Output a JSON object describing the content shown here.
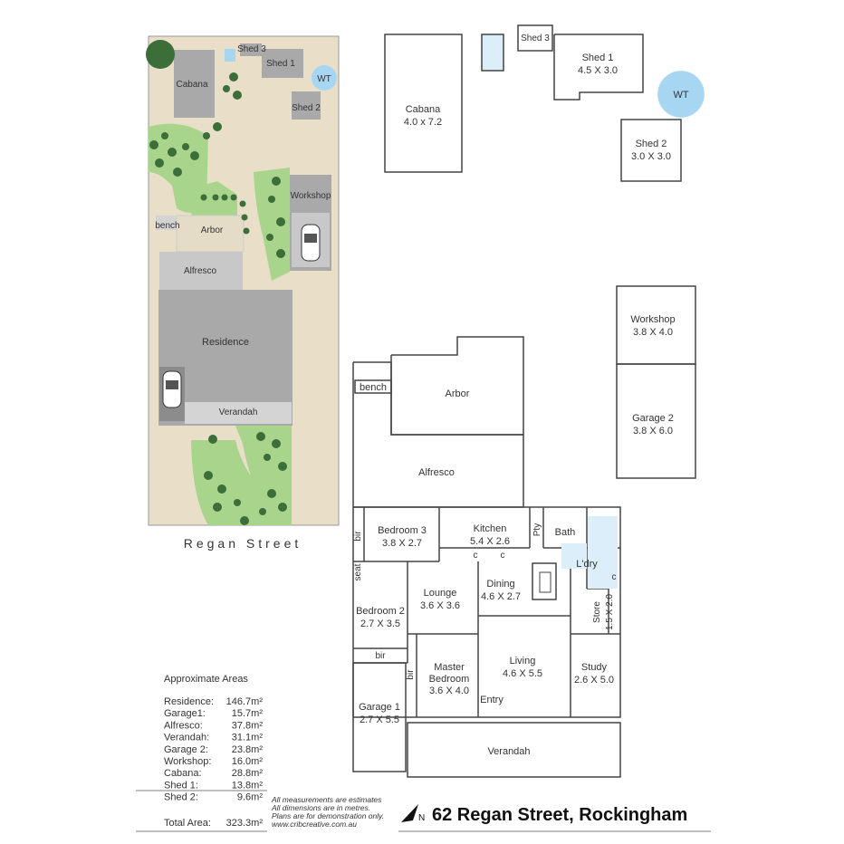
{
  "site": {
    "cabana": "Cabana",
    "shed1": "Shed 1",
    "shed2": "Shed 2",
    "shed3": "Shed 3",
    "wt": "WT",
    "workshop": "Workshop",
    "bench": "bench",
    "arbor": "Arbor",
    "alfresco": "Alfresco",
    "residence": "Residence",
    "verandah": "Verandah",
    "street": "Regan Street"
  },
  "plan": {
    "cabana_name": "Cabana",
    "cabana_dim": "4.0 x 7.2",
    "shed3": "Shed 3",
    "shed1_name": "Shed 1",
    "shed1_dim": "4.5 X 3.0",
    "wt": "WT",
    "shed2_name": "Shed 2",
    "shed2_dim": "3.0 X 3.0",
    "workshop_name": "Workshop",
    "workshop_dim": "3.8 X 4.0",
    "garage2_name": "Garage 2",
    "garage2_dim": "3.8 X 6.0",
    "bench": "bench",
    "arbor": "Arbor",
    "alfresco": "Alfresco",
    "bedroom3_name": "Bedroom 3",
    "bedroom3_dim": "3.8 X 2.7",
    "bir1": "bir",
    "kitchen_name": "Kitchen",
    "kitchen_dim": "5.4 X 2.6",
    "pty": "Pty",
    "bath": "Bath",
    "ldry": "L'dry",
    "c": "c",
    "seat": "seat",
    "lounge_name": "Lounge",
    "lounge_dim": "3.6 X 3.6",
    "dining_name": "Dining",
    "dining_dim": "4.6 X 2.7",
    "store_name": "Store",
    "store_dim": "1.5 X 2.0",
    "bedroom2_name": "Bedroom 2",
    "bedroom2_dim": "2.7 X 3.5",
    "bir2": "bir",
    "bir3": "bir",
    "master_line1": "Master",
    "master_line2": "Bedroom",
    "master_dim": "3.6 X 4.0",
    "living_name": "Living",
    "living_dim": "4.6 X 5.5",
    "study_name": "Study",
    "study_dim": "2.6 X 5.0",
    "entry": "Entry",
    "garage1_name": "Garage 1",
    "garage1_dim": "2.7 X 5.5",
    "verandah": "Verandah"
  },
  "areas": {
    "heading": "Approximate Areas",
    "rows": [
      {
        "label": "Residence:",
        "value": "146.7m²"
      },
      {
        "label": "Garage1:",
        "value": "15.7m²"
      },
      {
        "label": "Alfresco:",
        "value": "37.8m²"
      },
      {
        "label": "Verandah:",
        "value": "31.1m²"
      },
      {
        "label": "Garage 2:",
        "value": "23.8m²"
      },
      {
        "label": "Workshop:",
        "value": "16.0m²"
      },
      {
        "label": "Cabana:",
        "value": "28.8m²"
      },
      {
        "label": "Shed 1:",
        "value": "13.8m²"
      },
      {
        "label": "Shed 2:",
        "value": "9.6m²"
      }
    ],
    "total_label": "Total Area:",
    "total_value": "323.3m²"
  },
  "footer": {
    "disclaimer1": "All measurements are estimates",
    "disclaimer2": "All dimensions are in metres.",
    "disclaimer3": "Plans are for demonstration only.",
    "website": "www.cribcreative.com.au",
    "north": "N",
    "address": "62 Regan Street, Rockingham"
  },
  "colors": {
    "lawn": "#e9dfc9",
    "building": "#a9a9a9",
    "paving": "#d4d4d4",
    "grass": "#a8d48c",
    "tree": "#3c6e3a",
    "tank": "#a6d6f2",
    "wet": "#dceefa"
  }
}
